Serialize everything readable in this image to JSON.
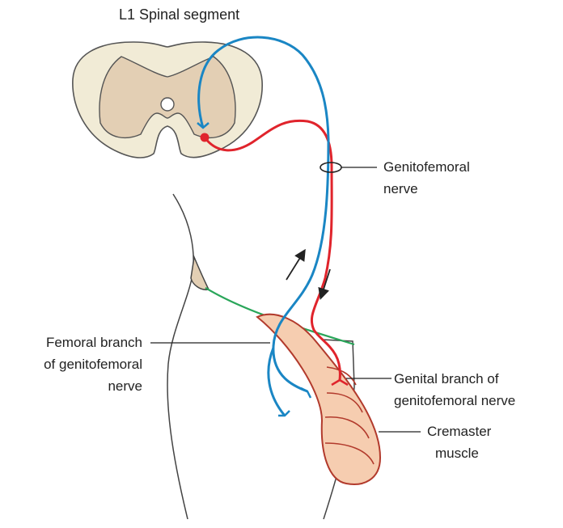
{
  "title": "L1 Spinal segment",
  "labels": {
    "genitofemoral_l1": "Genitofemoral",
    "genitofemoral_l2": "nerve",
    "femoral_l1": "Femoral branch",
    "femoral_l2": "of genitofemoral",
    "femoral_l3": "nerve",
    "genital_l1": "Genital branch of",
    "genital_l2": "genitofemoral nerve",
    "cremaster_l1": "Cremaster",
    "cremaster_l2": "muscle"
  },
  "colors": {
    "afferent_nerve": "#1a86c4",
    "efferent_nerve": "#e0242c",
    "ilioinguinal_line": "#2aa65a",
    "muscle_outline": "#b23a2c",
    "muscle_fill": "#f6cdb0",
    "grey_matter": "#e3cfb4",
    "white_matter": "#f1ebd6",
    "outline": "#444444"
  },
  "icons": {
    "up_arrow": "arrow-up-right-icon",
    "down_arrow": "arrow-down-left-icon"
  }
}
